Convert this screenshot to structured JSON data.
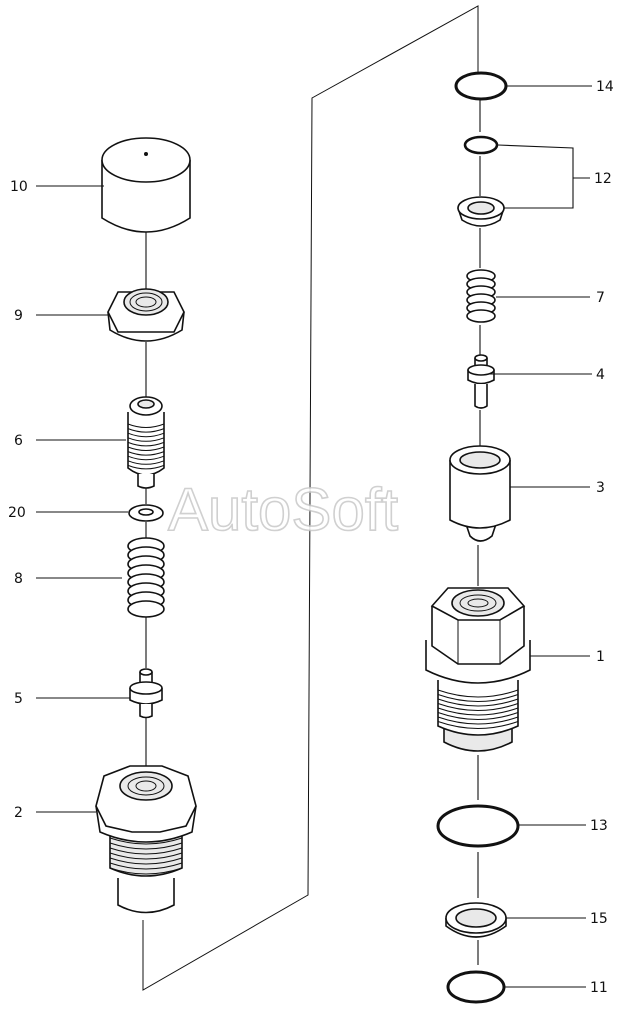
{
  "watermark": "AutoSoft",
  "callouts": {
    "c1": "1",
    "c2": "2",
    "c3": "3",
    "c4": "4",
    "c5": "5",
    "c6": "6",
    "c7": "7",
    "c8": "8",
    "c9": "9",
    "c10": "10",
    "c11": "11",
    "c12": "12",
    "c13": "13",
    "c14": "14",
    "c15": "15",
    "c20": "20"
  }
}
